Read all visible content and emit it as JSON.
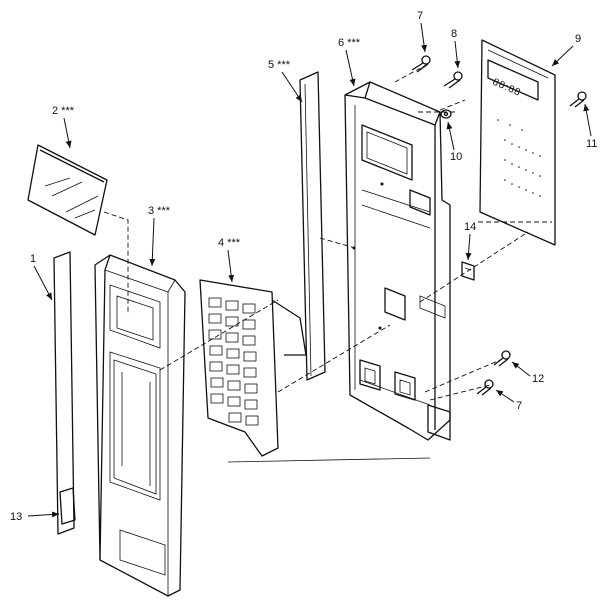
{
  "callouts": {
    "c1": "1",
    "c2": "2 ***",
    "c3": "3 ***",
    "c4": "4 ***",
    "c5": "5 ***",
    "c6": "6 ***",
    "c7a": "7",
    "c7b": "7",
    "c8": "8",
    "c9": "9",
    "c10": "10",
    "c11": "11",
    "c12": "12",
    "c13": "13",
    "c14": "14"
  },
  "display_readout": "88:88"
}
